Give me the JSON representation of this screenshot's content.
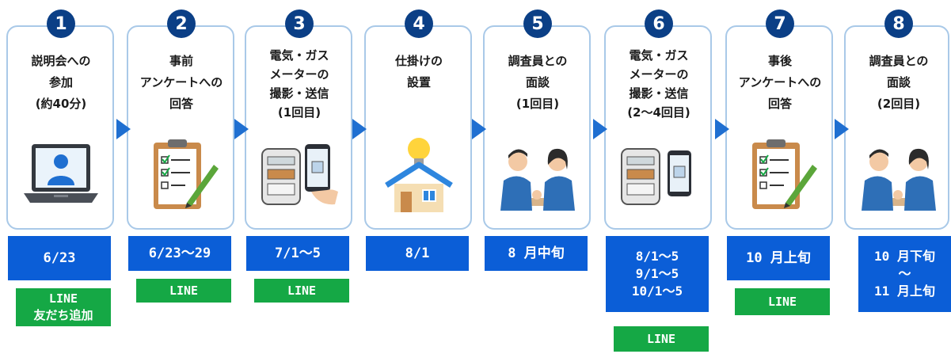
{
  "steps": [
    {
      "number": "1",
      "heading": "説明会への\n参加\n(約40分)",
      "date": "6/23",
      "line": "LINE\n友だち追加",
      "icon": "laptop-icon"
    },
    {
      "number": "2",
      "heading": "事前\nアンケートへの\n回答",
      "date": "6/23～29",
      "line": "LINE",
      "icon": "clipboard-checklist-icon"
    },
    {
      "number": "3",
      "heading": "電気・ガス\nメーターの\n撮影・送信\n(1回目)",
      "date": "7/1～5",
      "line": "LINE",
      "icon": "meter-phone-icon"
    },
    {
      "number": "4",
      "heading": "仕掛けの\n設置",
      "date": "8/1",
      "line": "",
      "icon": "house-lightbulb-icon"
    },
    {
      "number": "5",
      "heading": "調査員との\n面談\n(1回目)",
      "date": "8 月中旬",
      "line": "",
      "icon": "interview-icon"
    },
    {
      "number": "6",
      "heading": "電気・ガス\nメーターの\n撮影・送信\n(2～4回目)",
      "date": "8/1～5\n9/1～5\n10/1～5",
      "line": "LINE",
      "icon": "meter-phone-icon"
    },
    {
      "number": "7",
      "heading": "事後\nアンケートへの\n回答",
      "date": "10 月上旬",
      "line": "LINE",
      "icon": "clipboard-checklist-icon"
    },
    {
      "number": "8",
      "heading": "調査員との\n面談\n(2回目)",
      "date": "10 月下旬\n～\n11 月上旬",
      "line": "",
      "icon": "interview-icon"
    }
  ],
  "colors": {
    "badge": "#0b3f86",
    "date_box": "#0b5ed7",
    "line_tag": "#15a845",
    "card_border": "#a9c9e8",
    "arrow": "#1f6fd1"
  }
}
